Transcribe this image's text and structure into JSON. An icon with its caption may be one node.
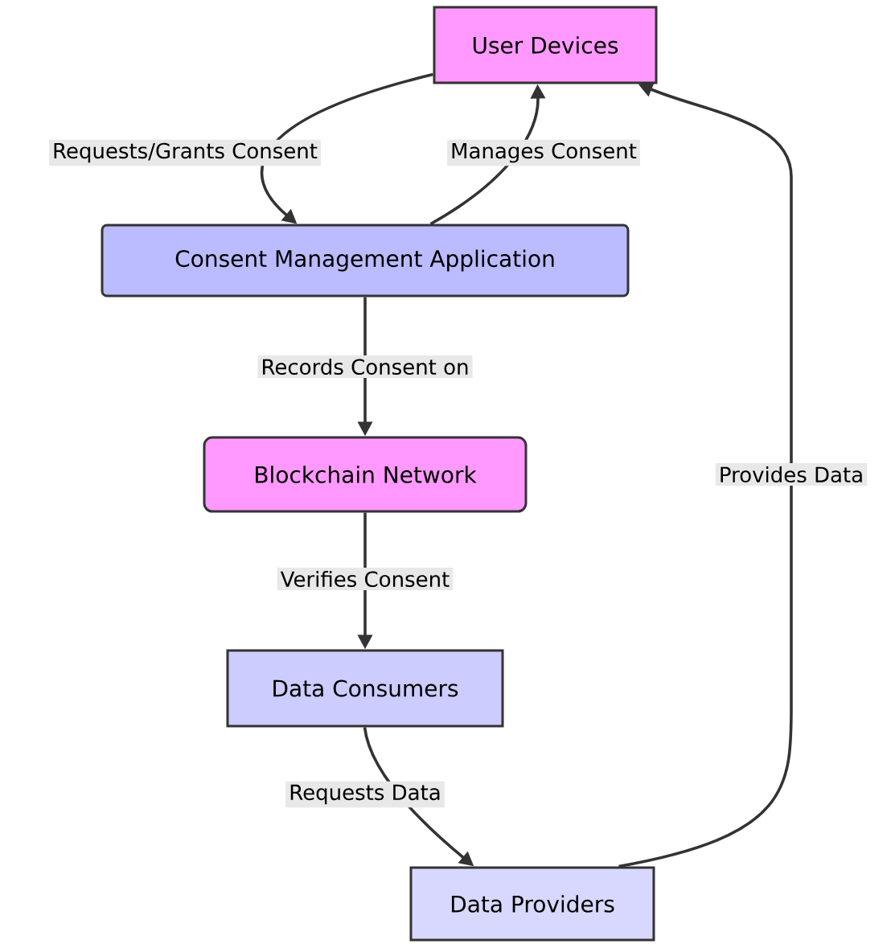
{
  "diagram": {
    "nodes": [
      {
        "text": [
          "User Devices"
        ]
      },
      {
        "text": [
          "Consent Management Application"
        ]
      },
      {
        "text": [
          "Blockchain Network"
        ]
      },
      {
        "text": [
          "Data Consumers"
        ]
      },
      {
        "text": [
          "Data Providers"
        ]
      }
    ],
    "edges": [
      {
        "from": 0,
        "to": 1,
        "arrow": "to",
        "label": "Requests/Grants Consent"
      },
      {
        "from": 1,
        "to": 0,
        "arrow": "to",
        "label": "Manages Consent"
      },
      {
        "from": 1,
        "to": 2,
        "arrow": "to",
        "label": "Records Consent on"
      },
      {
        "from": 2,
        "to": 3,
        "arrow": "to",
        "label": "Verifies Consent"
      },
      {
        "from": 3,
        "to": 4,
        "arrow": "to",
        "label": "Requests Data"
      },
      {
        "from": 4,
        "to": 0,
        "arrow": "to",
        "label": "Provides Data"
      }
    ]
  }
}
